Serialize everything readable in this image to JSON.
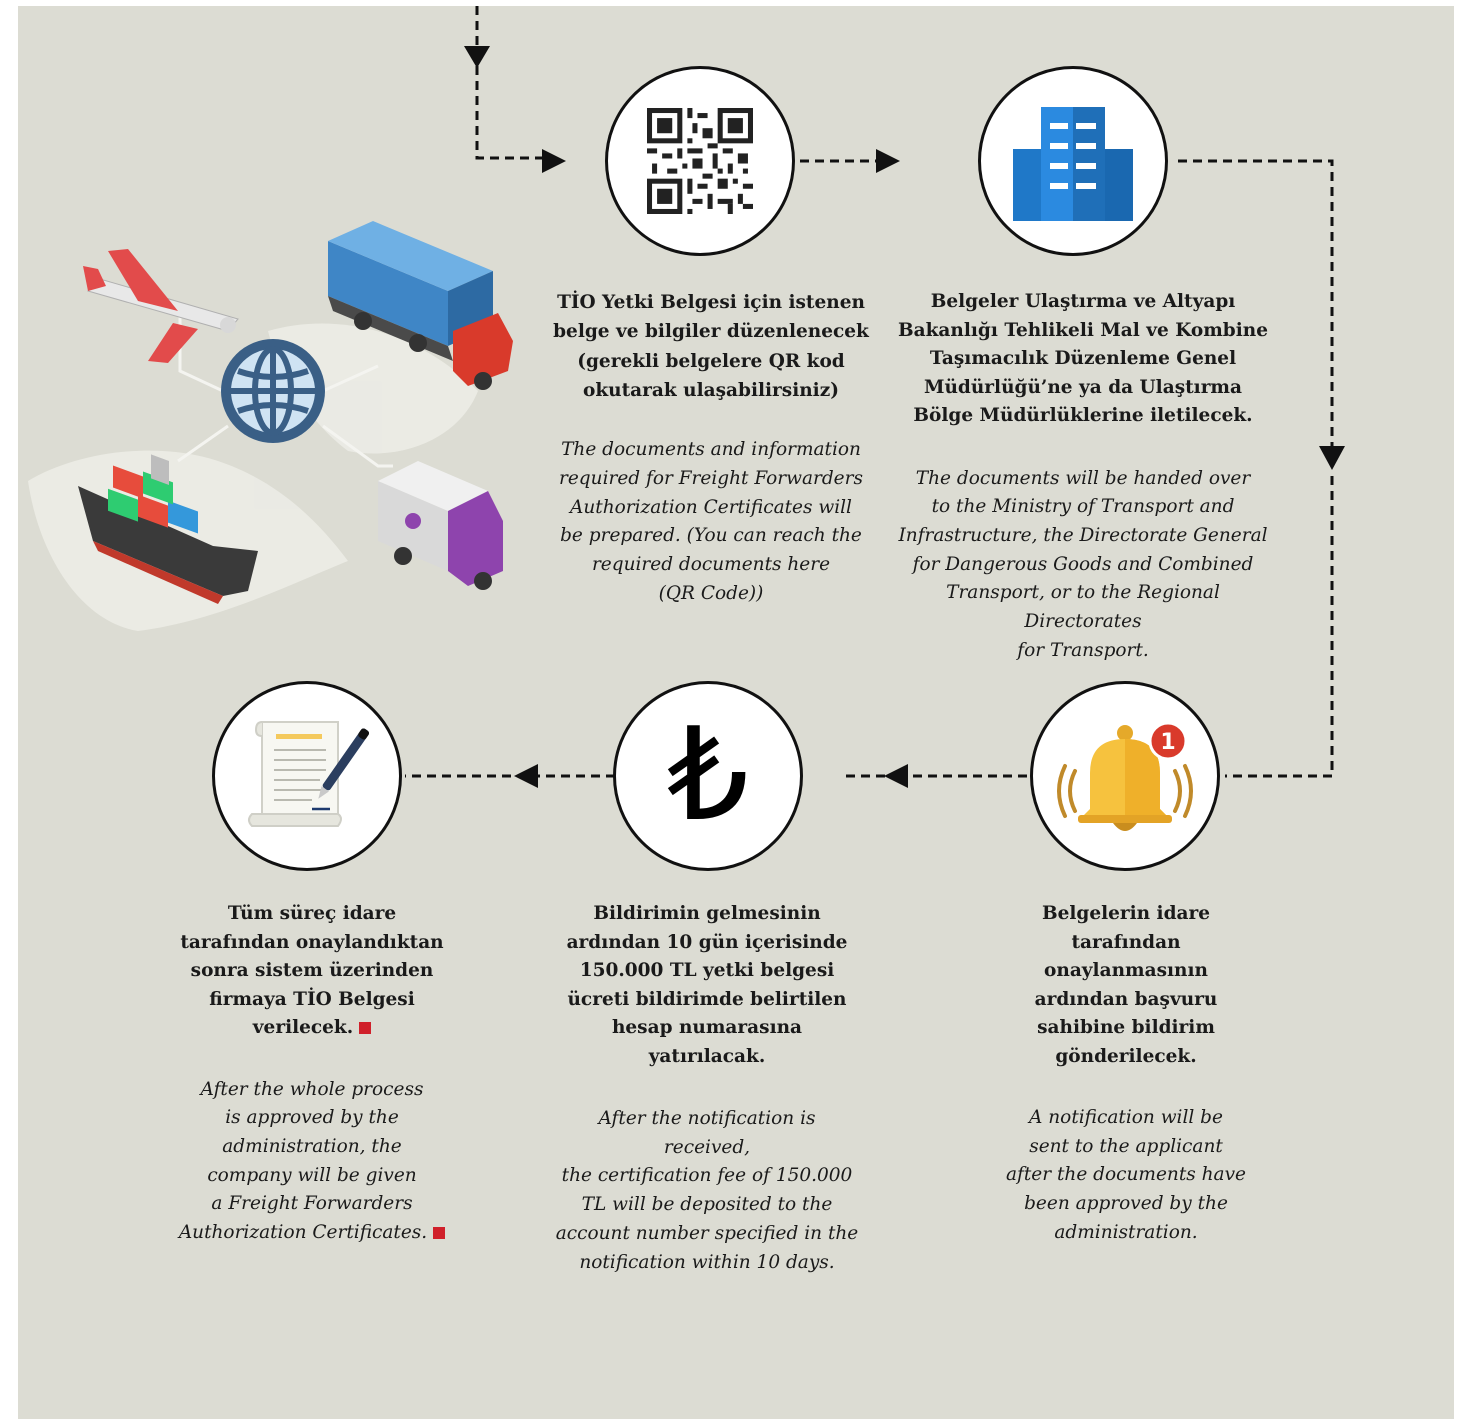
{
  "steps": [
    {
      "id": "prepare-documents",
      "icon": "qr-code-icon",
      "tr_lines": "TİO Yetki Belgesi için istenen\nbelge ve bilgiler düzenlenecek\n(gerekli belgelere QR kod\nokutarak ulaşabilirsiniz)",
      "en_lines": "The documents and information\nrequired for Freight Forwarders\nAuthorization Certificates will\nbe prepared. (You can reach the\nrequired documents here\n(QR Code))"
    },
    {
      "id": "submit-to-ministry",
      "icon": "office-building-icon",
      "tr_lines": "Belgeler Ulaştırma ve Altyapı\nBakanlığı Tehlikeli Mal ve Kombine\nTaşımacılık Düzenleme Genel\nMüdürlüğü’ne ya da Ulaştırma\nBölge Müdürlüklerine iletilecek.",
      "en_lines": "The documents will be handed over\nto the Ministry of Transport and\nInfrastructure, the Directorate General\nfor Dangerous Goods and Combined\nTransport, or to the Regional Directorates\nfor Transport."
    },
    {
      "id": "notify-applicant",
      "icon": "notification-bell-icon",
      "badge": "1",
      "tr_lines": "Belgelerin idare\ntarafından\nonaylanmasının\nardından başvuru\nsahibine bildirim\ngönderilecek.",
      "en_lines": "A notification will be\nsent to the applicant\nafter the documents have\nbeen approved by the\nadministration."
    },
    {
      "id": "pay-fee",
      "icon": "turkish-lira-icon",
      "glyph": "₺",
      "tr_lines": "Bildirimin gelmesinin\nardından 10 gün içerisinde\n150.000 TL yetki belgesi\nücreti bildirimde belirtilen\nhesap numarasına\nyatırılacak.",
      "en_lines": "After the notification is received,\nthe certification fee of 150.000\nTL will be deposited to the\naccount number specified in the\nnotification within 10 days."
    },
    {
      "id": "certificate-issued",
      "icon": "signed-document-icon",
      "tr_lines": "Tüm süreç idare\ntarafından onaylandıktan\nsonra sistem üzerinden\nfirmaya TİO Belgesi\nverilecek.",
      "en_lines": "After the whole process\nis approved by the\nadministration, the\ncompany will be given\na Freight Forwarders\nAuthorization Certificates."
    }
  ],
  "illustration": {
    "icon": "transport-network-illustration"
  },
  "colors": {
    "panel": "#dcdcd3",
    "line": "#111111",
    "building_blue": "#1f78c8",
    "bell_yellow": "#f6c23e",
    "badge_red": "#d93a2b",
    "end_mark_red": "#d0202a"
  }
}
